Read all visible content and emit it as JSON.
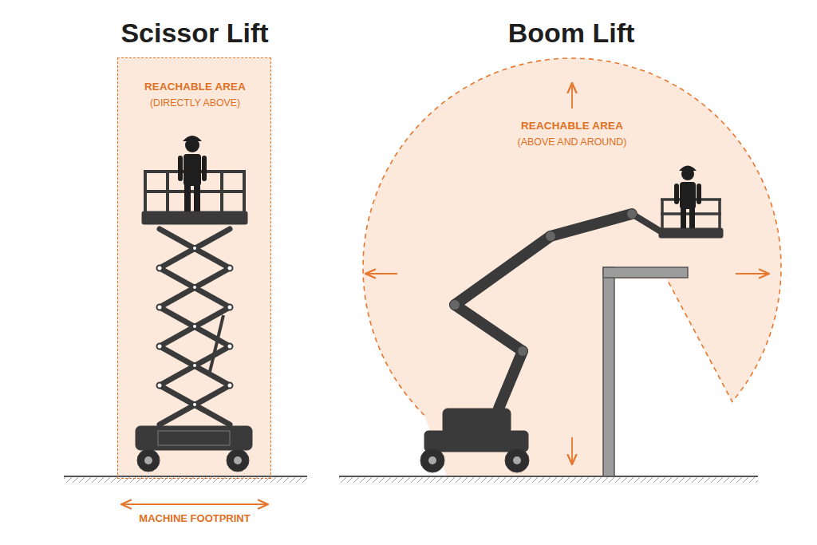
{
  "diagram": {
    "nodes": [
      {
        "text": [
          "REACHABLE AREA",
          "(DIRECTLY ABOVE)"
        ]
      },
      {
        "text": [
          "REACHABLE AREA",
          "(ABOVE AND AROUND)"
        ]
      }
    ],
    "labels": [
      "Scissor Lift",
      "Boom Lift",
      "MACHINE FOOTPRINT"
    ]
  }
}
